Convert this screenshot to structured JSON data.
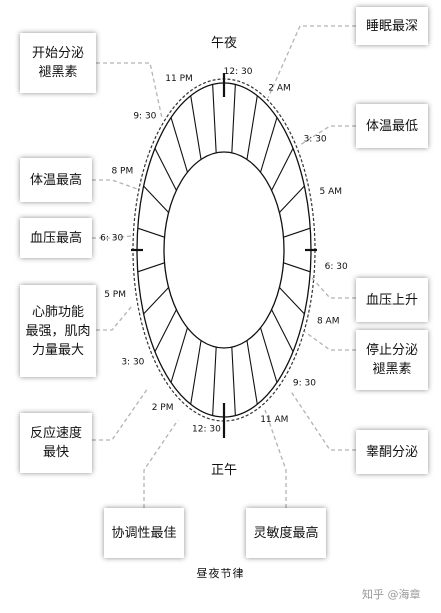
{
  "title": "昼夜节律",
  "watermark": "知乎 @海章",
  "poles": {
    "top": "午夜",
    "bottom": "正午"
  },
  "time_labels": [
    {
      "id": "t-1230am",
      "text": "12: 30"
    },
    {
      "id": "t-2am",
      "text": "2 AM"
    },
    {
      "id": "t-330am",
      "text": "3: 30"
    },
    {
      "id": "t-5am",
      "text": "5 AM"
    },
    {
      "id": "t-630am",
      "text": "6: 30"
    },
    {
      "id": "t-8am",
      "text": "8 AM"
    },
    {
      "id": "t-930am",
      "text": "9: 30"
    },
    {
      "id": "t-11am",
      "text": "11 AM"
    },
    {
      "id": "t-1230pm",
      "text": "12: 30"
    },
    {
      "id": "t-2pm",
      "text": "2 PM"
    },
    {
      "id": "t-330pm",
      "text": "3: 30"
    },
    {
      "id": "t-5pm",
      "text": "5 PM"
    },
    {
      "id": "t-630pm",
      "text": "6: 30"
    },
    {
      "id": "t-8pm",
      "text": "8 PM"
    },
    {
      "id": "t-930pm",
      "text": "9: 30"
    },
    {
      "id": "t-11pm",
      "text": "11 PM"
    }
  ],
  "annotations": [
    {
      "id": "melatonin-start",
      "text": "开始分泌\n褪黑素"
    },
    {
      "id": "deepest-sleep",
      "text": "睡眠最深"
    },
    {
      "id": "lowest-temp",
      "text": "体温最低"
    },
    {
      "id": "highest-temp",
      "text": "体温最高"
    },
    {
      "id": "highest-bp",
      "text": "血压最高"
    },
    {
      "id": "bp-rise",
      "text": "血压上升"
    },
    {
      "id": "cardio-peak",
      "text": "心肺功能\n最强，肌肉\n力量最大"
    },
    {
      "id": "melatonin-stop",
      "text": "停止分泌\n褪黑素"
    },
    {
      "id": "fastest-reaction",
      "text": "反应速度\n最快"
    },
    {
      "id": "testosterone",
      "text": "睾酮分泌"
    },
    {
      "id": "best-coordination",
      "text": "协调性最佳"
    },
    {
      "id": "highest-alertness",
      "text": "灵敏度最高"
    }
  ]
}
